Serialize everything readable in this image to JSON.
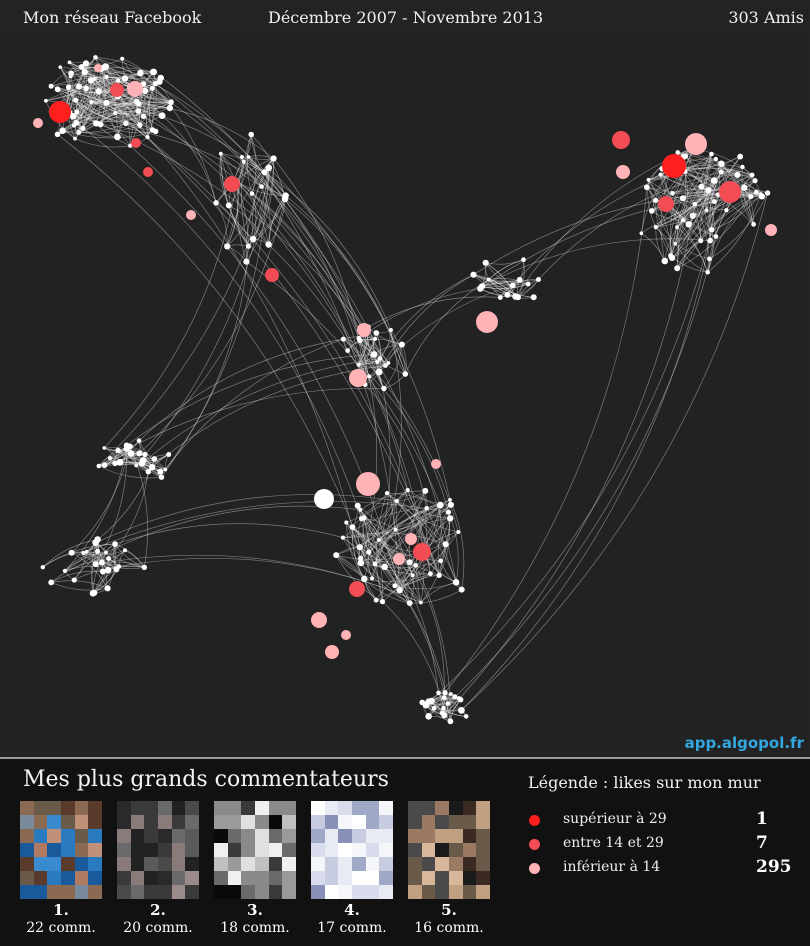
{
  "header": {
    "title": "Mon réseau Facebook",
    "period": "Décembre 2007 - Novembre 2013",
    "friends": "303 Amis"
  },
  "site_link": "app.algopol.fr",
  "commenters": {
    "title": "Mes plus grands commentateurs",
    "items": [
      {
        "rank": "1.",
        "count": "22 comm."
      },
      {
        "rank": "2.",
        "count": "20 comm."
      },
      {
        "rank": "3.",
        "count": "18 comm."
      },
      {
        "rank": "4.",
        "count": "17 comm."
      },
      {
        "rank": "5.",
        "count": "16 comm."
      }
    ]
  },
  "legend": {
    "title": "Légende : likes sur mon mur",
    "items": [
      {
        "label": "supérieur à 29",
        "count": "1",
        "color": "#ff1f1f"
      },
      {
        "label": "entre 14 et 29",
        "count": "7",
        "color": "#f24c55"
      },
      {
        "label": "inférieur à 14",
        "count": "295",
        "color": "#ffb3b6"
      }
    ]
  },
  "colors": {
    "background": "#232323",
    "bottom_bg": "#111111",
    "link": "#32a7e0",
    "node_white": "#ffffff",
    "edge": "#e8e8e8"
  }
}
